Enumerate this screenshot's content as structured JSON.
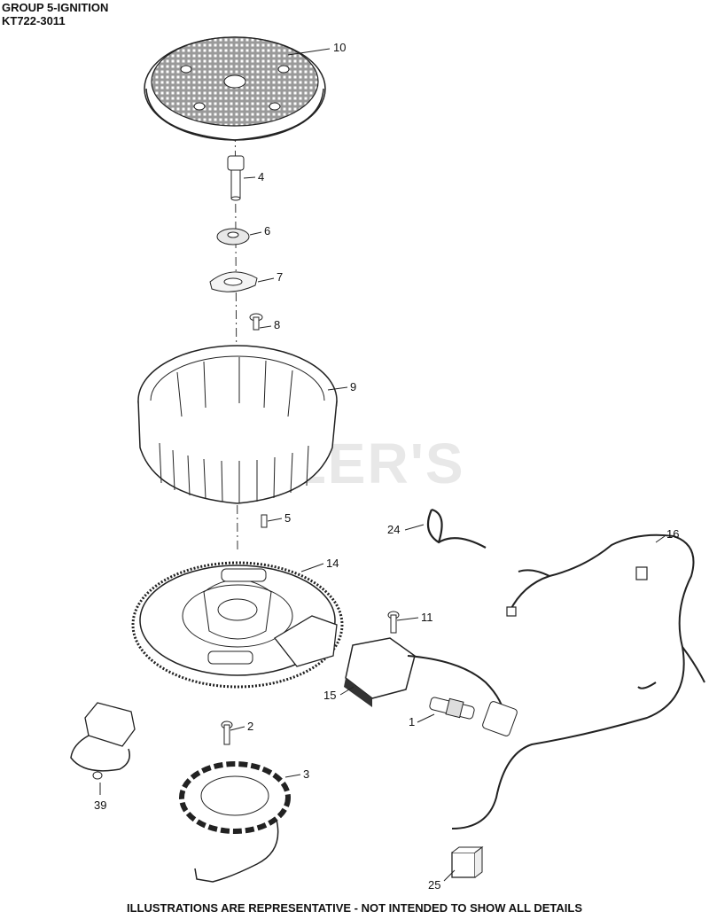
{
  "header": {
    "group": "GROUP 5-IGNITION",
    "model": "KT722-3011"
  },
  "watermark": "JTLER'S",
  "footer": "ILLUSTRATIONS ARE REPRESENTATIVE - NOT INTENDED TO SHOW ALL DETAILS",
  "parts": [
    {
      "label": "10",
      "name": "flywheel-screen"
    },
    {
      "label": "4",
      "name": "flywheel-bolt"
    },
    {
      "label": "6",
      "name": "washer"
    },
    {
      "label": "7",
      "name": "fan-retainer"
    },
    {
      "label": "8",
      "name": "screw"
    },
    {
      "label": "9",
      "name": "fan"
    },
    {
      "label": "5",
      "name": "key"
    },
    {
      "label": "14",
      "name": "flywheel"
    },
    {
      "label": "24",
      "name": "tie-strap"
    },
    {
      "label": "16",
      "name": "wiring-harness"
    },
    {
      "label": "11",
      "name": "screw"
    },
    {
      "label": "15",
      "name": "ignition-module"
    },
    {
      "label": "1",
      "name": "spark-plug"
    },
    {
      "label": "2",
      "name": "screw"
    },
    {
      "label": "3",
      "name": "stator"
    },
    {
      "label": "39",
      "name": "rectifier-regulator"
    },
    {
      "label": "25",
      "name": "relay"
    }
  ]
}
